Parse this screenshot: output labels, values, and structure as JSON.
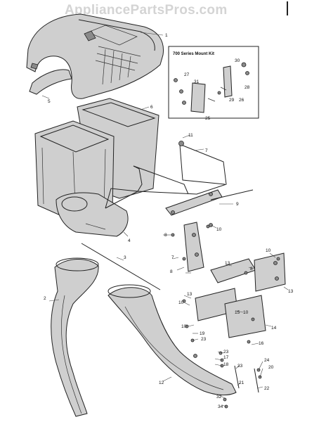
{
  "watermark": "AppliancePartsPros.com",
  "inset": {
    "title": "700 Series Mount Kit"
  },
  "callouts": {
    "c1": "1",
    "c2": "2",
    "c3": "3",
    "c4": "4",
    "c5": "5",
    "c6": "6",
    "c7": "7",
    "c7b": "7",
    "c8": "8",
    "c8b": "8",
    "c8c": "8",
    "c9": "9",
    "c10a": "10",
    "c10b": "10",
    "c10c": "10",
    "c10d": "10",
    "c10e": "10",
    "c11": "11",
    "c12": "12",
    "c13a": "13",
    "c13b": "13",
    "c13c": "13",
    "c14": "14",
    "c15": "15",
    "c16": "16",
    "c17": "17",
    "c18": "18",
    "c19": "19",
    "c20": "20",
    "c21": "21",
    "c22": "22",
    "c23": "23",
    "c23b": "23",
    "c24": "24",
    "c25": "25",
    "c26": "26",
    "c27": "27",
    "c28": "28",
    "c29": "29",
    "c30": "30",
    "c31": "31",
    "c32": "32",
    "c33": "33",
    "c34": "34"
  }
}
